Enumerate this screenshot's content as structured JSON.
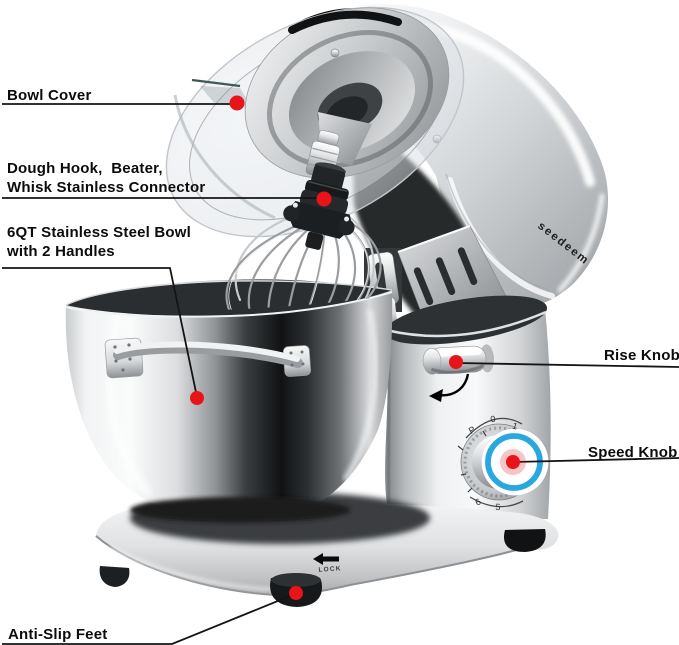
{
  "product": {
    "brand": "seedeem",
    "lock_label": "LOCK",
    "speed_dial": {
      "marks": [
        "P",
        "0",
        "1",
        "6",
        "5"
      ]
    }
  },
  "annotations": {
    "bowl_cover": {
      "label": "Bowl Cover"
    },
    "attachments": {
      "line1": "Dough Hook,  Beater,",
      "line2": "Whisk Stainless Connector"
    },
    "bowl": {
      "line1": "6QT Stainless Steel Bowl",
      "line2": "with 2 Handles"
    },
    "rise_knob": {
      "label": "Rise Knob"
    },
    "speed_knob": {
      "label": "Speed Knob"
    },
    "anti_slip_feet": {
      "label": "Anti-Slip Feet"
    }
  },
  "colors": {
    "annotation_dot": "#e8141a",
    "leader_line": "#141414",
    "speed_ring_blue": "#29a8e0"
  }
}
